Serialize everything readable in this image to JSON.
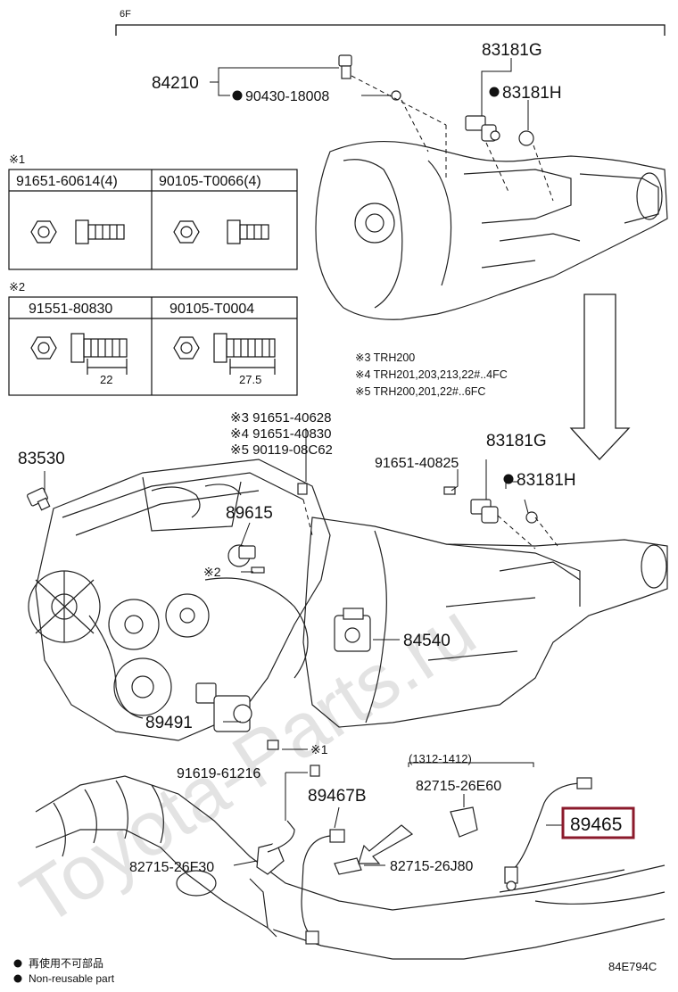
{
  "bracket_label": "6F",
  "watermark": "Toyota-Parts.ru",
  "diagram_code": "84E794C",
  "legend": {
    "jp": "再使用不可部品",
    "en": "Non-reusable part"
  },
  "highlight_color": "#8b1a2b",
  "table1": {
    "mark": "※1",
    "headers": [
      "91651-60614(4)",
      "90105-T0066(4)"
    ]
  },
  "table2": {
    "mark": "※2",
    "headers": [
      "91551-80830",
      "90105-T0004"
    ],
    "dims": [
      "22",
      "27.5"
    ]
  },
  "notes": [
    "※3 TRH200",
    "※4 TRH201,203,213,22#..4FC",
    "※5 TRH200,201,22#..6FC"
  ],
  "bolt_group": [
    "※3 91651-40628",
    "※4 91651-40830",
    "※5 90119-08C62"
  ],
  "parts": {
    "p84210": "84210",
    "p90430": "90430-18008",
    "p83181G_top": "83181G",
    "p83181H_top": "83181H",
    "p83530": "83530",
    "p89615": "89615",
    "p83181G_mid": "83181G",
    "p91651_40825": "91651-40825",
    "p83181H_mid": "83181H",
    "p84540": "84540",
    "p89491": "89491",
    "mark_x1": "※1",
    "mark_x2": "※2",
    "p91619": "91619-61216",
    "p89467B": "89467B",
    "date_range": "(1312-1412)",
    "p82715_26E60": "82715-26E60",
    "p89465": "89465",
    "p82715_26F30": "82715-26F30",
    "p82715_26J80": "82715-26J80"
  }
}
